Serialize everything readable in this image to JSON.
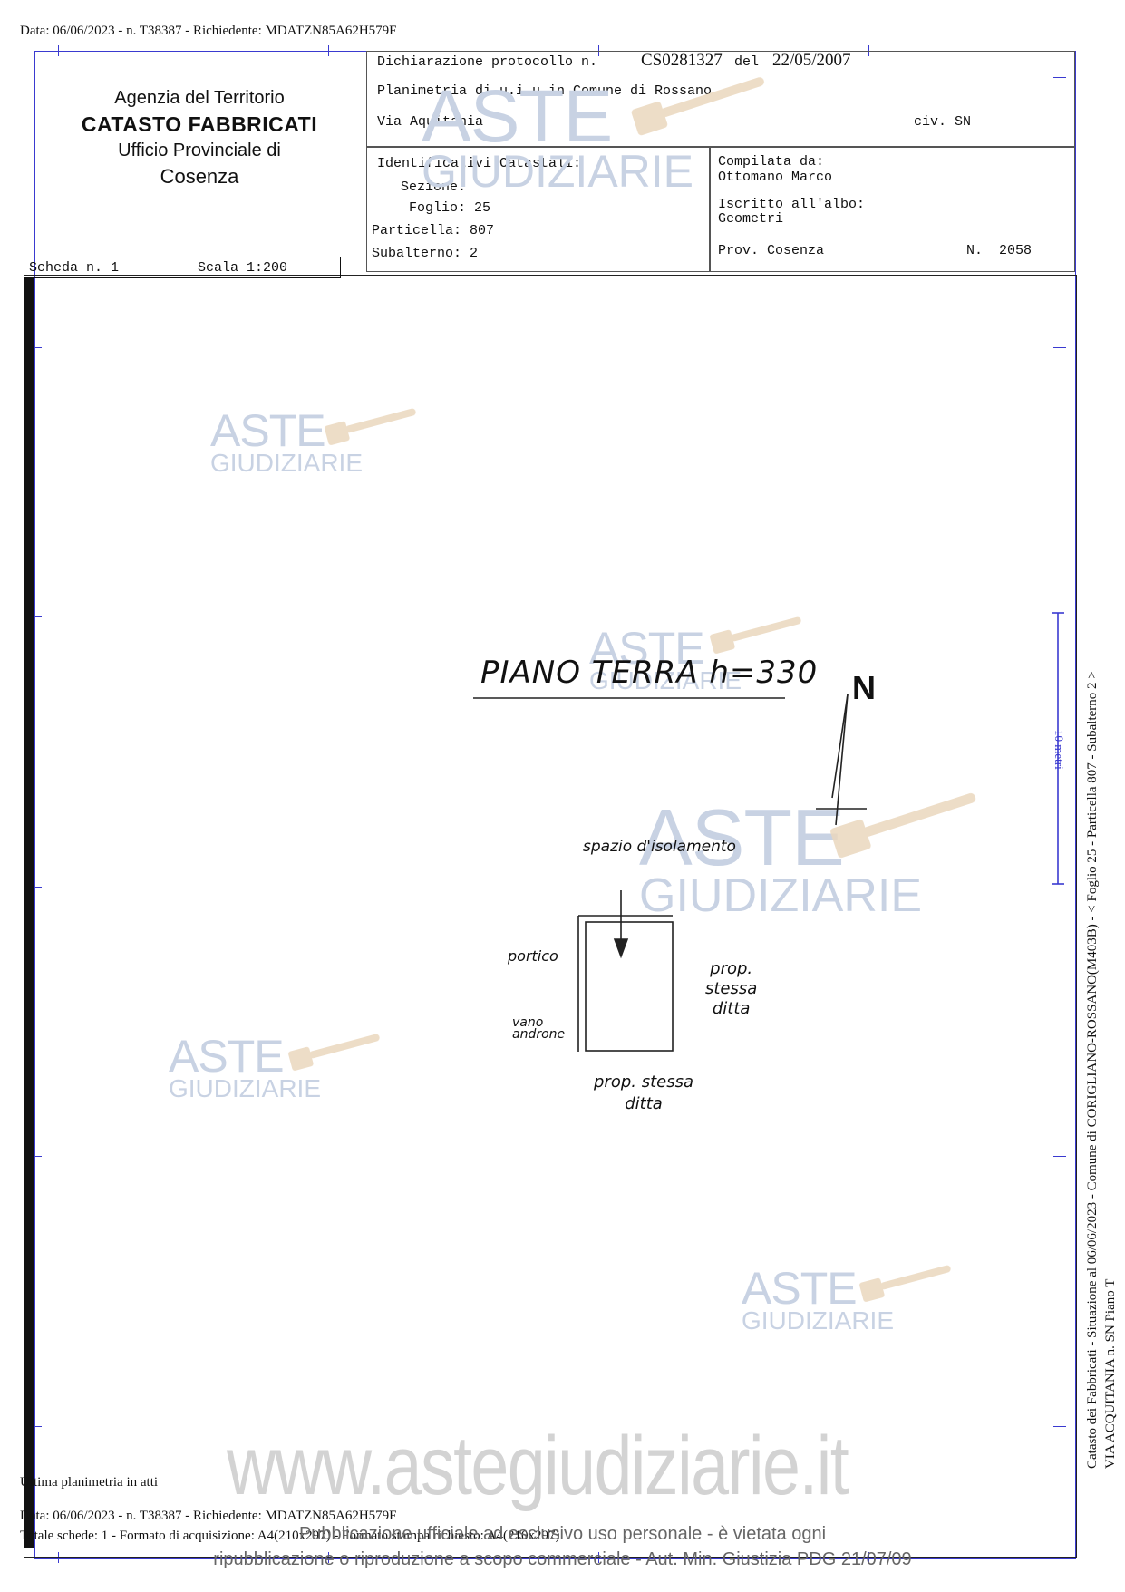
{
  "header": {
    "top_line": "Data: 06/06/2023 - n. T38387 - Richiedente: MDATZN85A62H579F"
  },
  "agency": {
    "line1": "Agenzia del Territorio",
    "line2": "CATASTO FABBRICATI",
    "line3": "Ufficio Provinciale di",
    "line4": "Cosenza"
  },
  "declaration": {
    "label": "Dichiarazione protocollo n.",
    "number": "CS0281327",
    "del_label": "del",
    "date": "22/05/2007",
    "planimetria": "Planimetria di u.i.u.in Comune di Rossano",
    "via": "Via Aquitania",
    "civ": "civ. SN"
  },
  "identificativi": {
    "title": "Identificativi Catastali:",
    "sezione": "Sezione:",
    "foglio": "Foglio: 25",
    "particella": "Particella: 807",
    "subalterno": "Subalterno: 2"
  },
  "compilata": {
    "label": "Compilata da:",
    "name": "Ottomano Marco",
    "albo_label": "Iscritto all'albo:",
    "albo": "Geometri",
    "prov": "Prov. Cosenza",
    "numero": "N.  2058"
  },
  "scheda": {
    "scheda": "Scheda n. 1",
    "scala": "Scala 1:200"
  },
  "drawing": {
    "floor_title": "PIANO TERRA h=330",
    "north": "N",
    "spazio": "spazio d'isolamento",
    "portico": "portico",
    "vano1": "vano",
    "vano2": "androne",
    "prop_right1": "prop.",
    "prop_right2": "stessa",
    "prop_right3": "ditta",
    "prop_bottom1": "prop. stessa",
    "prop_bottom2": "ditta",
    "scale_bar": "10 metri"
  },
  "watermark": {
    "aste": "ASTE",
    "giudiziarie": "GIUDIZIARIE",
    "site": "www.astegiudiziarie.it"
  },
  "side": {
    "line1": "Catasto dei Fabbricati - Situazione al 06/06/2023 - Comune di CORIGLIANO-ROSSANO(M403B) - < Foglio 25 - Particella  807 - Subalterno 2 >",
    "line2": "VIA ACQUITANIA n. SN Piano T"
  },
  "footer": {
    "ultima": "Ultima planimetria in atti",
    "data": "Data: 06/06/2023 - n. T38387 - Richiedente: MDATZN85A62H579F",
    "totale": "Totale schede: 1 - Formato di acquisizione: A4(210x297) - Formato stampa richiesto: A4(210x297)",
    "notice1": "Pubblicazione ufficiale ad esclusivo uso personale - è vietata ogni",
    "notice2": "ripubblicazione o riproduzione a scopo commerciale - Aut. Min. Giustizia PDG 21/07/09"
  }
}
